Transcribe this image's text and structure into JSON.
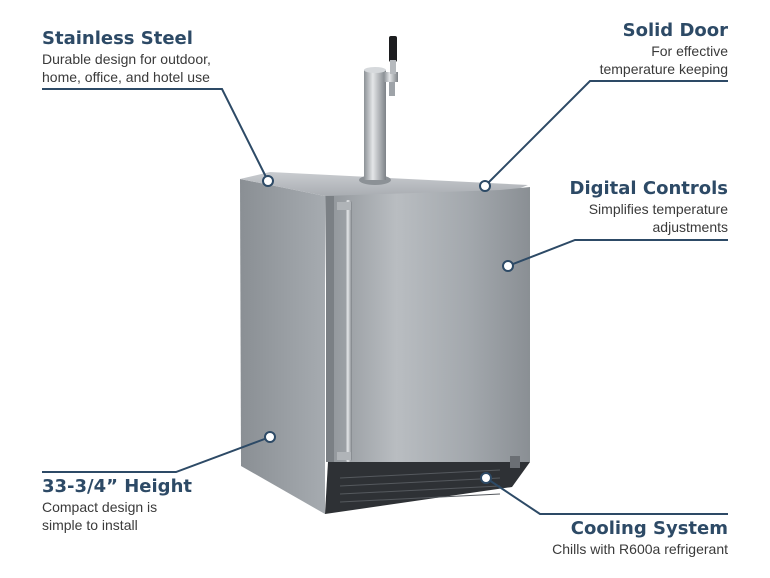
{
  "callouts": {
    "stainless": {
      "title": "Stainless Steel",
      "desc1": "Durable design for outdoor,",
      "desc2": "home, office, and hotel use"
    },
    "solid_door": {
      "title": "Solid Door",
      "desc1": "For effective",
      "desc2": "temperature keeping"
    },
    "digital": {
      "title": "Digital Controls",
      "desc1": "Simplifies temperature",
      "desc2": "adjustments"
    },
    "height": {
      "title": "33-3/4” Height",
      "desc1": "Compact design is",
      "desc2": "simple to install"
    },
    "cooling": {
      "title": "Cooling System",
      "desc1": "Chills with R600a refrigerant"
    }
  },
  "colors": {
    "title": "#2d4a66",
    "line": "#2d4a66",
    "steel": "#9aa0a6"
  }
}
